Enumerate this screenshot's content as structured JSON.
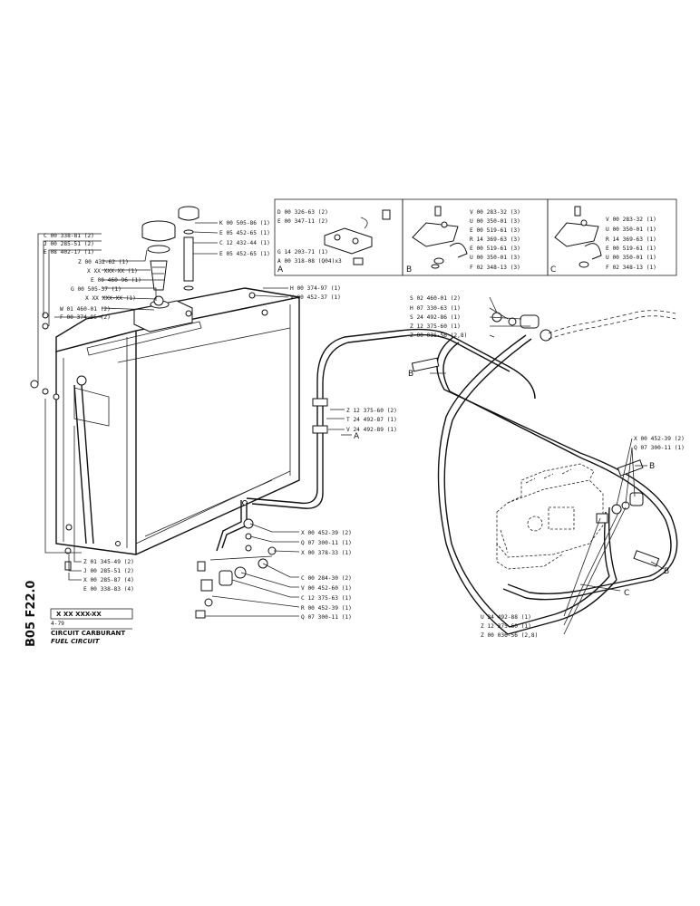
{
  "sheet": {
    "code": "B05 F22.0",
    "ref": "X XX XXX-XX",
    "date": "4-79",
    "title_fr": "CIRCUIT CARBURANT",
    "title_en": "FUEL CIRCUIT"
  },
  "letters": [
    "A",
    "B",
    "C",
    "B",
    "A",
    "B",
    "C",
    "B"
  ],
  "tank_labels": {
    "left": [
      "C 00 338-81 (2)",
      "J 00 285-51 (2)",
      "E 08 402-17 (1)",
      "Z 00 432-62 (1)",
      "X XX XXX-XX (1)",
      "E 00 460-96 (1)",
      "G 00 505-37 (1)",
      "X XX XXX-XX (1)",
      "W 01 460-01 (2)",
      "F 00 374-95 (2)"
    ],
    "cap": [
      "K 00 505-86 (1)",
      "E 05 452-65 (1)",
      "C 12 432-44 (1)",
      "E 05 452-65 (1)"
    ],
    "top": [
      "H 00 374-97 (1)",
      "V 00 452-37 (1)"
    ],
    "bottom": [
      "Z 01 345-49 (2)",
      "J 00 285-51 (2)",
      "X 00 285-87 (4)",
      "E 00 338-83 (4)"
    ]
  },
  "box_a": [
    "D 00 326-63 (2)",
    "E 00 347-11 (2)",
    "G 14 203-71 (1)",
    "A 00 318-08 (Q04)x3"
  ],
  "box_b": [
    "V 00 283-32 (3)",
    "U 00 350-01 (3)",
    "E 00 519-61 (3)",
    "R 14 369-63 (3)",
    "E 00 519-61 (3)",
    "U 00 350-01 (3)",
    "F 02 348-13 (3)"
  ],
  "box_c": [
    "V 00 283-32 (1)",
    "U 00 350-01 (1)",
    "R 14 369-63 (1)",
    "E 00 519-61 (1)",
    "U 00 350-01 (1)",
    "F 02 348-13 (1)"
  ],
  "right_top": [
    "S 02 460-01 (2)",
    "H 07 330-63 (1)",
    "S 24 492-86 (1)",
    "Z 12 375-60 (1)",
    "Z 00 036-56 (2,8)"
  ],
  "mid": [
    "Z 12 375-60 (2)",
    "T 24 492-87 (1)",
    "V 24 492-89 (1)"
  ],
  "pump_top": [
    "X 00 452-39 (2)",
    "Q 07 300-11 (1)"
  ],
  "lower_mid": [
    "X 00 452-39 (2)",
    "Q 07 300-11 (1)",
    "X 00 378-33 (1)",
    "C 00 284-30 (2)",
    "V 00 452-60 (1)",
    "C 12 375-63 (1)",
    "R 00 452-39 (1)",
    "Q 07 300-11 (1)"
  ],
  "pump_bottom": [
    "U 24 492-88 (1)",
    "Z 12 375-60 (1)",
    "Z 00 036-56 (2,8)"
  ]
}
